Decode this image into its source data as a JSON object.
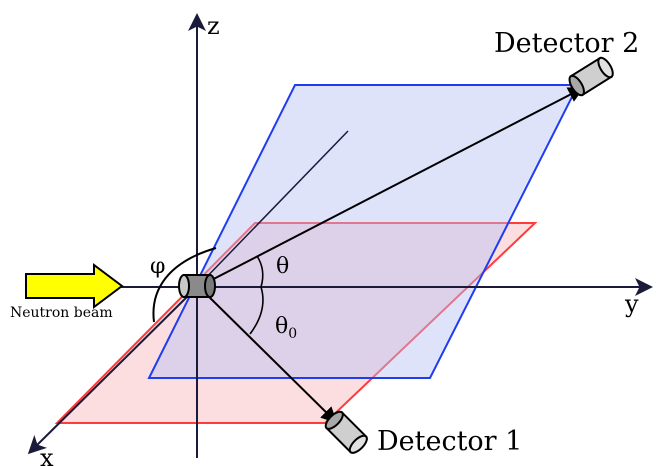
{
  "diagram": {
    "axes": {
      "x": "x",
      "y": "y",
      "z": "z"
    },
    "beam": {
      "label": "Neutron beam",
      "color": "#ffff00"
    },
    "detectors": [
      {
        "label": "Detector 1"
      },
      {
        "label": "Detector 2"
      }
    ],
    "angles": {
      "phi": "φ",
      "theta": "θ",
      "theta0_base": "θ",
      "theta0_sub": "0"
    },
    "planes": {
      "horizontal": {
        "stroke": "#ff3b3b",
        "fill": "#fbd3d6"
      },
      "tilted": {
        "stroke": "#1f3df0",
        "fill": "#b9c2f4"
      }
    }
  }
}
